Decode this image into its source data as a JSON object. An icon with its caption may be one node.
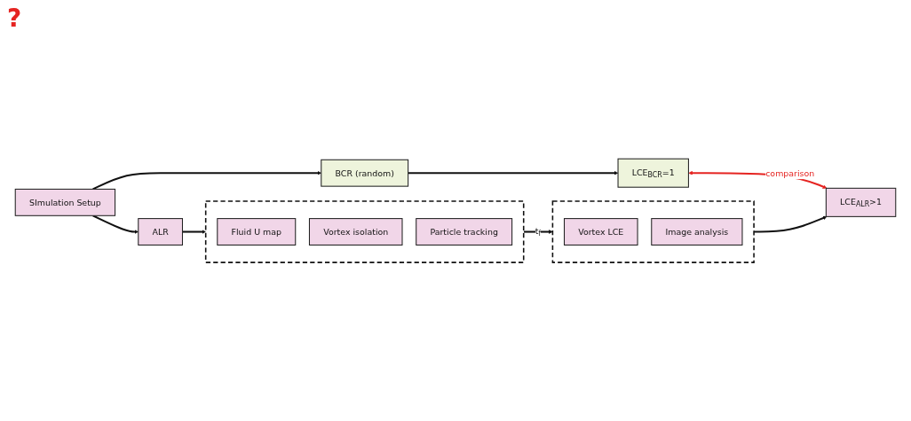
{
  "diagram": {
    "nodes": [
      {
        "text": [
          "SImulation Setup"
        ]
      },
      {
        "text": [
          "ALR"
        ]
      },
      {
        "text": [],
        "shape": "box"
      },
      {
        "text": [
          "Fluid U map"
        ],
        "in": 2
      },
      {
        "text": [
          "Vortex isolation"
        ],
        "in": 2
      },
      {
        "text": [
          "Particle tracking"
        ],
        "in": 2
      },
      {
        "text": [],
        "shape": "box"
      },
      {
        "text": [
          "Vortex LCE"
        ],
        "in": 6
      },
      {
        "text": [
          "Image analysis"
        ],
        "in": 6
      },
      {
        "text": [
          "BCR (random)"
        ]
      },
      {
        "text": [
          "LCE$_{BCR}$=1"
        ]
      },
      {
        "text": [
          "LCE$_{ALR}$>1"
        ]
      }
    ],
    "edges": [
      {
        "from": 0,
        "to": 1,
        "arrow": "to"
      },
      {
        "from": 1,
        "to": 2,
        "arrow": "to"
      },
      {
        "from": 2,
        "to": 6,
        "arrow": "to",
        "label": "t$_{f}$"
      },
      {
        "from": 6,
        "to": 11,
        "arrow": "to"
      },
      {
        "from": 0,
        "to": 9,
        "arrow": "to"
      },
      {
        "from": 9,
        "to": 10,
        "arrow": "to"
      },
      {
        "from": 10,
        "to": 11,
        "arrow": "both",
        "label": "comparison",
        "color": "#e52421"
      }
    ],
    "labels": [
      "?"
    ]
  }
}
